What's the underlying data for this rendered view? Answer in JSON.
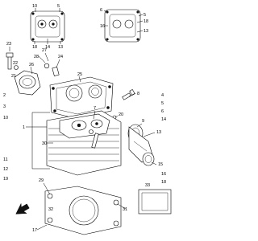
{
  "callouts": {
    "c1": "1",
    "c2": "2",
    "c3": "3",
    "c4": "4",
    "c5": "5",
    "c6": "6",
    "c7": "7",
    "c8": "8",
    "c9": "9",
    "c10": "10",
    "c11": "11",
    "c12": "12",
    "c13": "13",
    "c14": "14",
    "c15": "15",
    "c16": "16",
    "c17": "17",
    "c18": "18",
    "c19": "19",
    "c20": "20",
    "c21": "21",
    "c22": "22",
    "c23": "23",
    "c24": "24",
    "c25": "25",
    "c26": "26",
    "c27": "27",
    "c28": "28",
    "c29": "29",
    "c30": "30",
    "c31": "31",
    "c32": "32",
    "c33": "33"
  },
  "leftDetail": {
    "a": "10",
    "b": "5",
    "c": "18",
    "d": "14",
    "e": "13"
  },
  "rightDetail": {
    "a": "6",
    "b": "5",
    "c": "18",
    "d": "16",
    "e": "13"
  }
}
